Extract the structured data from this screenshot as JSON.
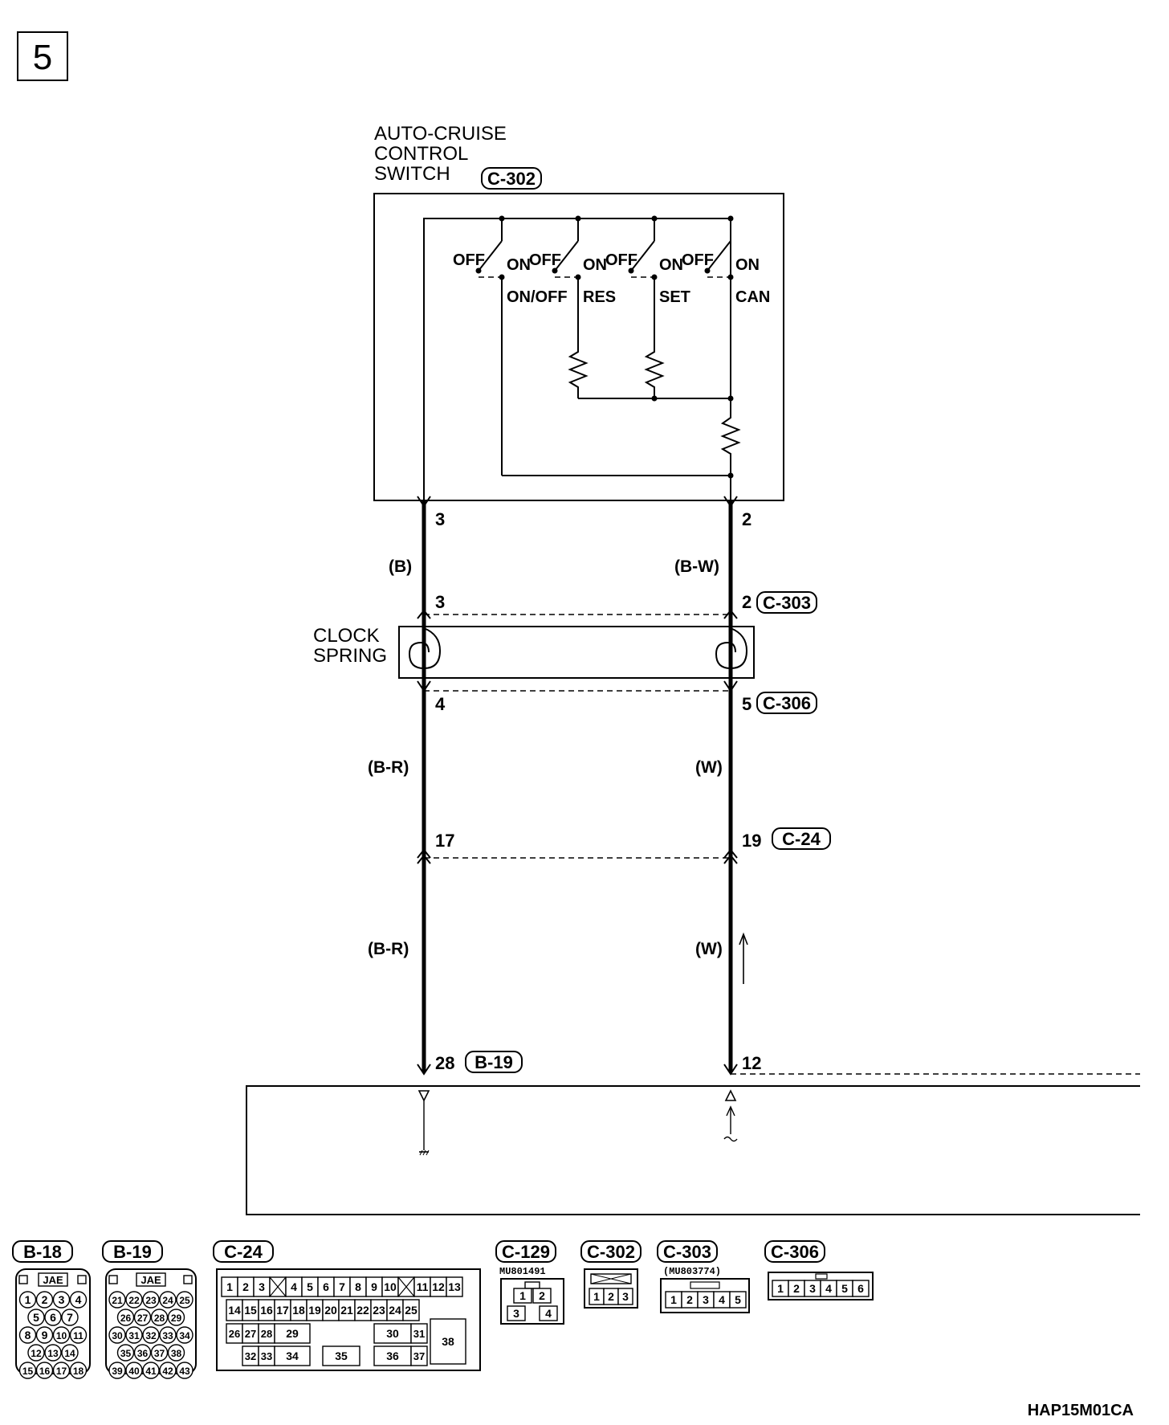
{
  "page_number": "5",
  "switch": {
    "title_lines": [
      "AUTO-CRUISE",
      "CONTROL",
      "SWITCH"
    ],
    "connector": "C-302",
    "off_label": "OFF",
    "on_label": "ON",
    "functions": [
      "ON/OFF",
      "RES",
      "SET",
      "CAN"
    ]
  },
  "wires": {
    "left": {
      "pins": [
        "3",
        "3",
        "4",
        "17",
        "28"
      ],
      "colors": [
        "(B)",
        "(B-R)",
        "(B-R)"
      ]
    },
    "right": {
      "pins": [
        "2",
        "2",
        "5",
        "19",
        "12"
      ],
      "colors": [
        "(B-W)",
        "(W)",
        "(W)"
      ]
    },
    "connectors": [
      "C-303",
      "C-306",
      "C-24",
      "B-19"
    ]
  },
  "clock_spring": {
    "lines": [
      "CLOCK",
      "SPRING"
    ]
  },
  "connector_views": [
    {
      "name": "B-18",
      "sub": "JAE"
    },
    {
      "name": "B-19",
      "sub": "JAE"
    },
    {
      "name": "C-24",
      "sub": ""
    },
    {
      "name": "C-129",
      "sub": "MU801491"
    },
    {
      "name": "C-302",
      "sub": ""
    },
    {
      "name": "C-303",
      "sub": "(MU803774)"
    },
    {
      "name": "C-306",
      "sub": ""
    }
  ],
  "pinouts": {
    "b18_rows": [
      [
        "1",
        "2",
        "3",
        "4"
      ],
      [
        "5",
        "6",
        "7"
      ],
      [
        "8",
        "9",
        "10",
        "11"
      ],
      [
        "12",
        "13",
        "14"
      ],
      [
        "15",
        "16",
        "17",
        "18"
      ]
    ],
    "b19_rows": [
      [
        "21",
        "22",
        "23",
        "24",
        "25"
      ],
      [
        "26",
        "27",
        "28",
        "29"
      ],
      [
        "30",
        "31",
        "32",
        "33",
        "34"
      ],
      [
        "35",
        "36",
        "37",
        "38"
      ],
      [
        "39",
        "40",
        "41",
        "42",
        "43"
      ]
    ],
    "c24_row1": [
      "1",
      "2",
      "3",
      "",
      "4",
      "5",
      "6",
      "7",
      "8",
      "9",
      "10",
      "",
      "11",
      "12",
      "13"
    ],
    "c24_row2": [
      "14",
      "15",
      "16",
      "17",
      "18",
      "19",
      "20",
      "21",
      "22",
      "23",
      "24",
      "25"
    ],
    "c24_row3": [
      "26",
      "27",
      "28",
      "29",
      "30",
      "31",
      "38"
    ],
    "c24_row4": [
      "32",
      "33",
      "34",
      "35",
      "36",
      "37"
    ],
    "c129": [
      "1",
      "2",
      "3",
      "4"
    ],
    "c302": [
      "1",
      "2",
      "3"
    ],
    "c303": [
      "1",
      "2",
      "3",
      "4",
      "5"
    ],
    "c306": [
      "1",
      "2",
      "3",
      "4",
      "5",
      "6"
    ]
  },
  "figure_code": "HAP15M01CA"
}
